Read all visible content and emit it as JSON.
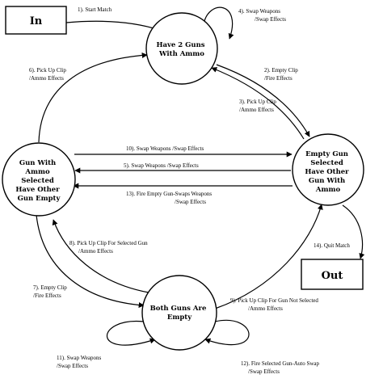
{
  "boxes": {
    "in": "In",
    "out": "Out"
  },
  "states": {
    "have2": [
      "Have 2 Guns",
      "With Ammo"
    ],
    "left": [
      "Gun With",
      "Ammo",
      "Selected",
      "Have Other",
      "Gun Empty"
    ],
    "right": [
      "Empty Gun",
      "Selected",
      "Have Other",
      "Gun With",
      "Ammo"
    ],
    "empty": [
      "Both Guns Are",
      "Empty"
    ]
  },
  "transitions": {
    "t1": [
      "1). Start Match"
    ],
    "t2": [
      "2). Empty Clip",
      "/Fire Effects"
    ],
    "t3": [
      "3). Pick Up Clip",
      "/Ammo Effects"
    ],
    "t4": [
      "4). Swap Weapons",
      "/Swap Effects"
    ],
    "t5": [
      "5). Swap Weapons /Swap Effects"
    ],
    "t6": [
      "6). Pick Up Clip",
      "/Ammo Effects"
    ],
    "t7": [
      "7). Empty Clip",
      "/Fire Effects"
    ],
    "t8": [
      "8). Pick Up Clip For Selected Gun",
      "/Ammo Effects"
    ],
    "t9": [
      "9). Pick Up Clip For Gun Not Selected",
      "/Ammo Effects"
    ],
    "t10": [
      "10). Swap Weapons /Swap Effects"
    ],
    "t11": [
      "11). Swap Weapons",
      "/Swap Effects"
    ],
    "t12": [
      "12). Fire Selected Gun-Auto Swap",
      "/Swap Effects"
    ],
    "t13": [
      "13). Fire Empty Gun-Swaps Weapons",
      "/Swap Effects"
    ],
    "t14": [
      "14). Quit Match"
    ]
  }
}
